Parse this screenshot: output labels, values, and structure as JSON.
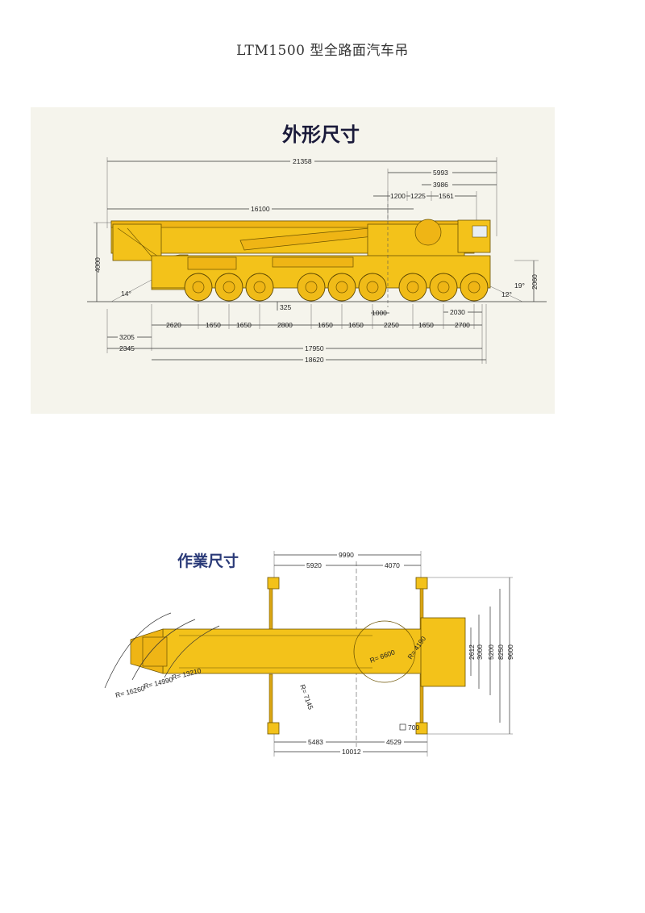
{
  "document": {
    "title": "LTM1500 型全路面汽车吊"
  },
  "figure1": {
    "title": "外形尺寸",
    "dims": {
      "overall_length": "21358",
      "rear_5993": "5993",
      "d3986": "3986",
      "d1200": "1200",
      "d1225": "1225",
      "d1561": "1561",
      "boom_16100": "16100",
      "height_4000": "4000",
      "height_2060": "2060",
      "angle_left": "14°",
      "angle_19": "19°",
      "angle_12": "12°",
      "clearance_325": "325",
      "d1000": "1000",
      "d2030": "2030",
      "axle_spacing": [
        "2620",
        "1650",
        "1650",
        "2800",
        "1650",
        "1650",
        "2250",
        "1650",
        "2700"
      ],
      "d3205": "3205",
      "d2345": "2345",
      "d17950": "17950",
      "d18620": "18620"
    }
  },
  "figure2": {
    "title": "作業尺寸",
    "dims": {
      "d9990": "9990",
      "d5920": "5920",
      "d4070": "4070",
      "r16260": "R= 16260",
      "r14990": "R= 14990",
      "r13210": "R= 13210",
      "r7145": "R= 7145",
      "r6600": "R= 6600",
      "r4190": "R= 4190",
      "d2612": "2612",
      "d3000": "3000",
      "d5200": "5200",
      "d8250": "8250",
      "d9600": "9600",
      "d700": "700",
      "d5483": "5483",
      "d4529": "4529",
      "d10012": "10012"
    }
  }
}
